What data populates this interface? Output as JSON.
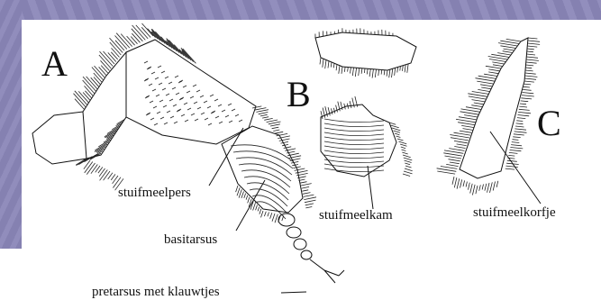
{
  "panel_letters": {
    "a": "A",
    "b": "B",
    "c": "C"
  },
  "labels": {
    "stuifmeelpers": "stuifmeelpers",
    "basitarsus": "basitarsus",
    "pretarsus": "pretarsus met klauwtjes",
    "stuifmeelkam": "stuifmeelkam",
    "stuifmeelkorfje": "stuifmeelkorfje"
  },
  "colors": {
    "background_band": "#8a86b8",
    "ink": "#111111",
    "paper": "#ffffff"
  }
}
